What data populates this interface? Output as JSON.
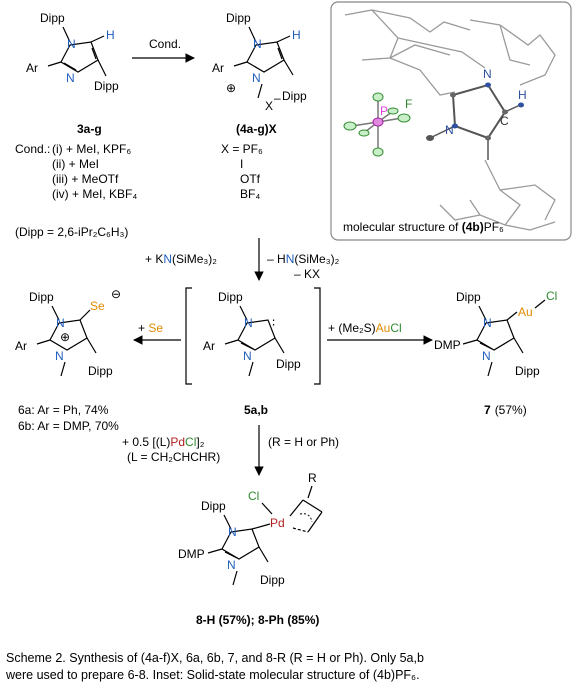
{
  "colors": {
    "N": "#1f5fbf",
    "H": "#1f5fbf",
    "Se": "#e08a00",
    "Au": "#e08a00",
    "Pd": "#b02020",
    "Cl": "#2f8a2f",
    "P": "#e040e0",
    "F": "#2f8a2f"
  },
  "row1": {
    "struct3": {
      "dipp_top": "Dipp",
      "H": "H",
      "Ar": "Ar",
      "N": "N",
      "dipp_bottom": "Dipp",
      "label": "3a-g"
    },
    "arrow_label": "Cond.",
    "struct4": {
      "dipp_top": "Dipp",
      "H": "H",
      "Ar": "Ar",
      "N": "N",
      "dipp_right": "Dipp",
      "plus": "⊕",
      "X": "X",
      "minus": "–",
      "label": "(4a-g)X"
    },
    "conditions_title": "Cond.:",
    "conditions": [
      "(i) + MeI, KPF₆",
      "(ii) + MeI",
      "(iii) + MeOTf",
      "(iv) + MeI, KBF₄"
    ],
    "x_eq": "X = PF₆",
    "x_values": [
      "I",
      "OTf",
      "BF₄"
    ],
    "dipp_def": "(Dipp = 2,6-iPr₂C₆H₃)"
  },
  "inset": {
    "label_P": "P",
    "label_F": "F",
    "label_N1": "N",
    "label_N2": "N",
    "label_C": "C",
    "label_H": "H",
    "caption_pre": "molecular structure of ",
    "caption_compound": "(4b)",
    "caption_post": "PF₆"
  },
  "step2": {
    "left_reagent_pre": "+ K",
    "left_reagent_N": "N",
    "left_reagent_post": "(SiMe₃)₂",
    "right_reagent_pre": "– H",
    "right_reagent_N": "N",
    "right_reagent_post": "(SiMe₃)₂",
    "right_reagent_2": "– KX"
  },
  "carbene": {
    "dipp_top": "Dipp",
    "Ar": "Ar",
    "N": "N",
    "dots": "∶",
    "dipp_right": "Dipp",
    "label": "5a,b"
  },
  "selenium": {
    "reagent_pre": "+ ",
    "reagent_Se": "Se",
    "dipp_top": "Dipp",
    "Ar": "Ar",
    "Se": "Se",
    "minus": "⊖",
    "plus": "⊕",
    "dipp_right": "Dipp",
    "line_a": "6a: Ar = Ph, 74%",
    "line_b": "6b: Ar = DMP, 70%"
  },
  "gold": {
    "reagent_pre": "+ (Me₂S)",
    "reagent_Au": "Au",
    "reagent_Cl": "Cl",
    "dipp_top": "Dipp",
    "DMP": "DMP",
    "Au": "Au",
    "Cl": "Cl",
    "dipp_right": "Dipp",
    "label_num": "7",
    "label_yield": "(57%)"
  },
  "palladium": {
    "reagent_line1_pre": "+ 0.5 [(L)",
    "reagent_line1_Pd": "Pd",
    "reagent_line1_Cl": "Cl",
    "reagent_line1_post": "]₂",
    "reagent_line2": "(L = CH₂CHCHR)",
    "condition": "(R = H or Ph)",
    "R": "R",
    "Cl": "Cl",
    "Pd": "Pd",
    "dipp_top": "Dipp",
    "DMP": "DMP",
    "dipp_right": "Dipp",
    "label": "8-H (57%); 8-Ph (85%)"
  },
  "caption": {
    "line1": "Scheme 2. Synthesis of (4a-f)X, 6a, 6b, 7, and 8-R (R = H or Ph). Only 5a,b",
    "line2": "were used to prepare 6-8. Inset: Solid-state molecular structure of (4b)PF₆."
  }
}
